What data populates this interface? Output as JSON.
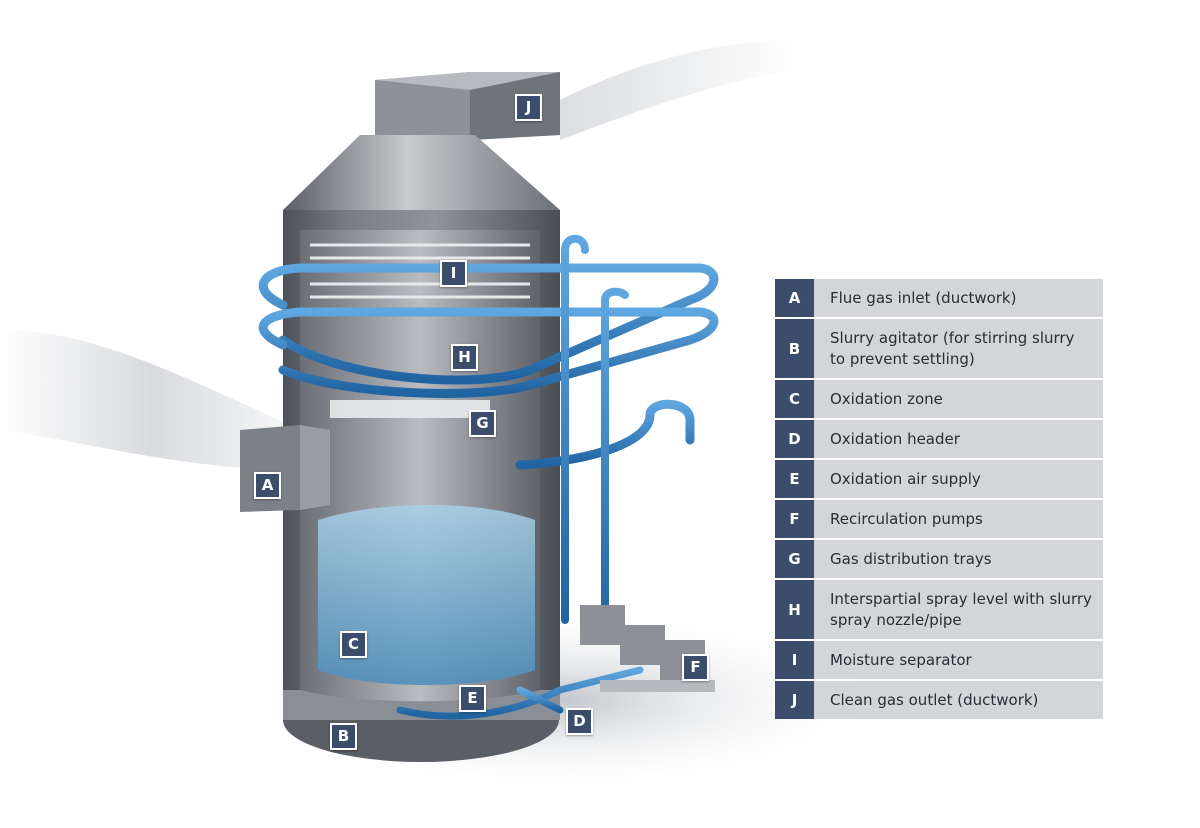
{
  "callouts": [
    {
      "key": "J"
    },
    {
      "key": "I"
    },
    {
      "key": "H"
    },
    {
      "key": "G"
    },
    {
      "key": "A"
    },
    {
      "key": "C"
    },
    {
      "key": "E"
    },
    {
      "key": "D"
    },
    {
      "key": "F"
    },
    {
      "key": "B"
    }
  ],
  "legend": [
    {
      "key": "A",
      "text": "Flue gas inlet (ductwork)"
    },
    {
      "key": "B",
      "text": "Slurry agitator (for stirring slurry to prevent settling)"
    },
    {
      "key": "C",
      "text": "Oxidation zone"
    },
    {
      "key": "D",
      "text": "Oxidation header"
    },
    {
      "key": "E",
      "text": "Oxidation air supply"
    },
    {
      "key": "F",
      "text": "Recirculation pumps"
    },
    {
      "key": "G",
      "text": "Gas distribution trays"
    },
    {
      "key": "H",
      "text": "Interspartial spray level with slurry spray nozzle/pipe"
    },
    {
      "key": "I",
      "text": "Moisture separator"
    },
    {
      "key": "J",
      "text": "Clean gas outlet (ductwork)"
    }
  ],
  "colors": {
    "tag_background": "#3c4d6b",
    "legend_background": "#d3d5d8",
    "pipe_blue": "#2f7fc1",
    "vessel_grey": "#6d7178",
    "slurry_blue": "#7fb6d6"
  }
}
